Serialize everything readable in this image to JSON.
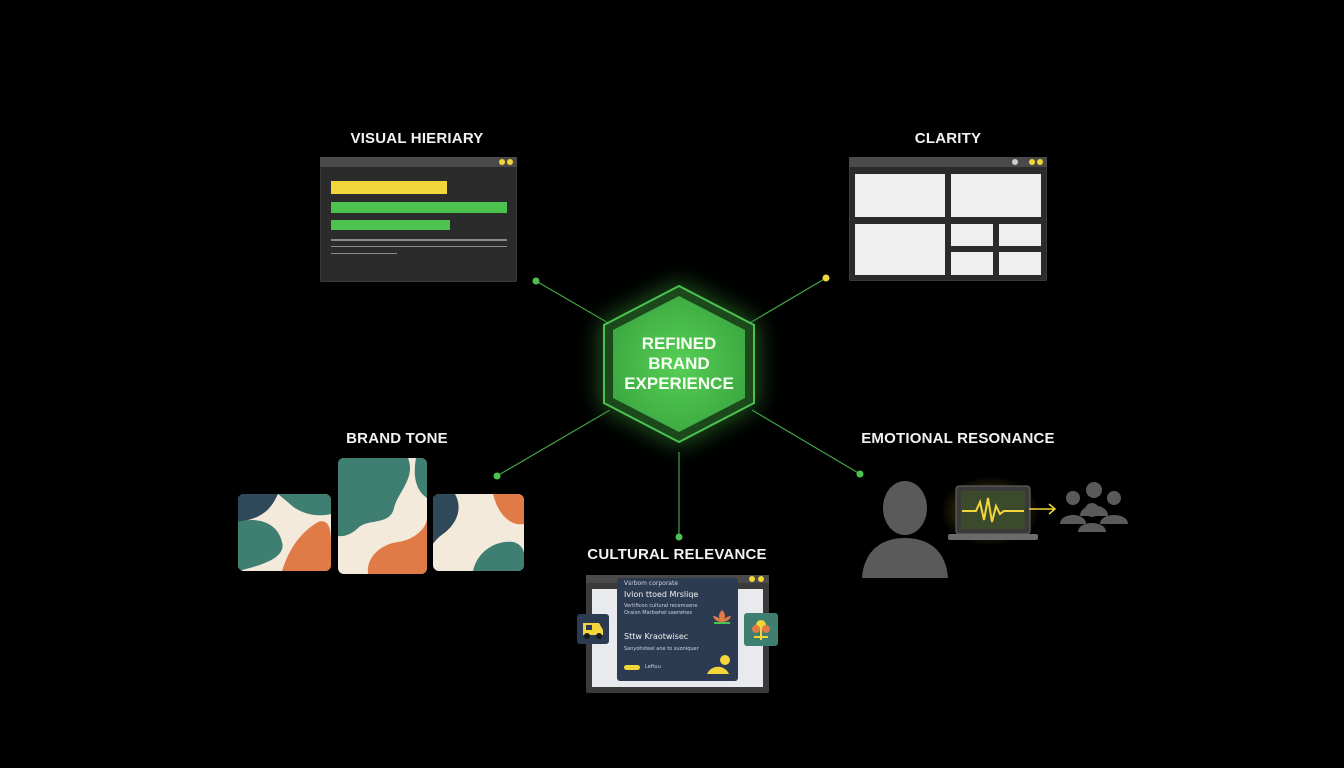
{
  "center": {
    "line1": "REFINED",
    "line2": "BRAND",
    "line3": "EXPERIENCE"
  },
  "nodes": {
    "visual_hierarchy": {
      "title": "VISUAL HIERIARY"
    },
    "clarity": {
      "title": "CLARITY"
    },
    "brand_tone": {
      "title": "BRAND TONE"
    },
    "emotional_resonance": {
      "title": "EMOTIONAL RESONANCE"
    },
    "cultural_relevance": {
      "title": "CULTURAL RELEVANCE",
      "card_line_small_top": "Vsrbom corporate",
      "card_heading_1": "Ivlon ttoed Mrsliqe",
      "card_sub_1a": "Vertificon cultural recemsene",
      "card_sub_1b": "Oraion Marbwhel saerwhes",
      "card_heading_2": "Sttw Kraotwisec",
      "card_sub_2": "Sanyohsteel ane to suoniquer",
      "card_button_text": "Leftuu"
    }
  },
  "colors": {
    "background": "#000000",
    "accent_green": "#4cc24f",
    "accent_yellow": "#f2d63a",
    "panel_dark": "#2b2b2b",
    "navy_card": "#2d3b52",
    "teal": "#3e7f72",
    "orange": "#e07a46",
    "cream": "#f3eadc",
    "person_gray": "#5a5a5a"
  },
  "icons": [
    "person-icon",
    "laptop-waveform-icon",
    "arrow-right-icon",
    "group-icon",
    "tuk-tuk-icon",
    "lotus-icon",
    "flower-icon"
  ]
}
